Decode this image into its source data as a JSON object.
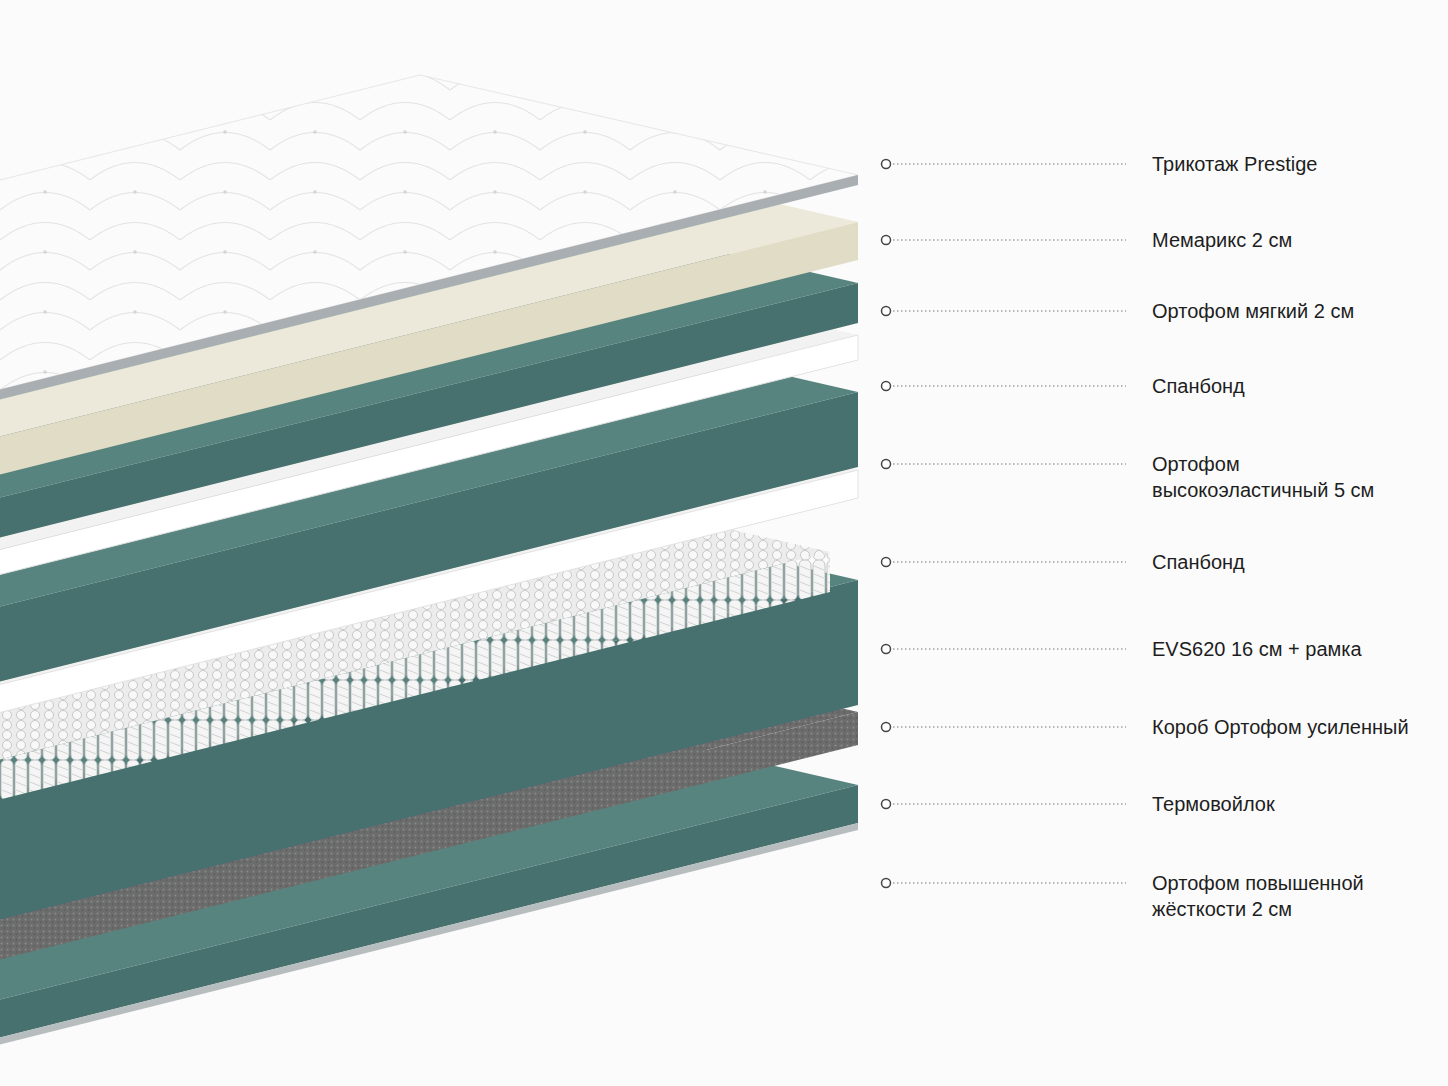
{
  "diagram": {
    "labels": [
      "Трикотаж Prestige",
      "Мемарикс 2 см",
      "Ортофом мягкий 2 см",
      "Спанбонд",
      "Ортофом высокоэластичный 5 см",
      "Спанбонд",
      "EVS620 16 см + рамка",
      "Короб Ортофом усиленный",
      "Термовойлок",
      "Ортофом повышенной жёсткости 2 см"
    ]
  }
}
